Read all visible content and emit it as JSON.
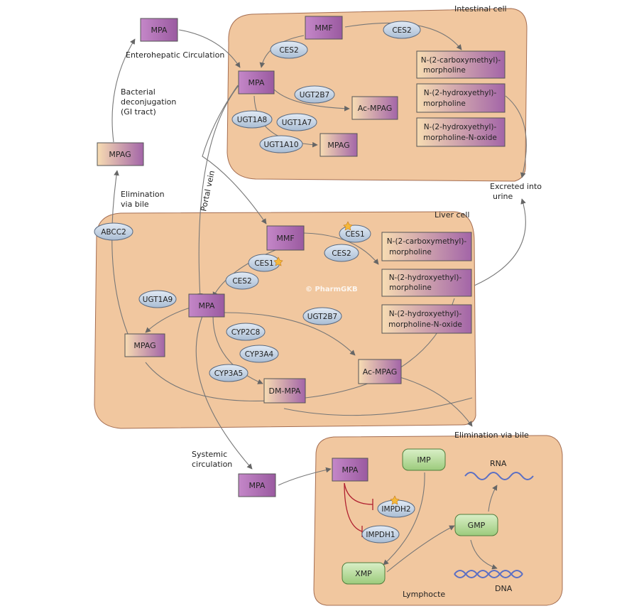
{
  "compartments": {
    "intestinal": "Intestinal cell",
    "liver": "Liver cell",
    "lymphocyte": "Lymphocte"
  },
  "labels": {
    "enterohepatic": "Enterohepatic Circulation",
    "bacterial_1": "Bacterial",
    "bacterial_2": "deconjugation",
    "bacterial_3": "(GI tract)",
    "elim_bile_1": "Elimination",
    "elim_bile_2": "via bile",
    "portal_vein": "Portal vein",
    "excreted_1": "Excreted into",
    "excreted_2": "urine",
    "elim_bile_right": "Elimination via bile",
    "systemic_1": "Systemic",
    "systemic_2": "circulation",
    "watermark": "© PharmGKB",
    "rna": "RNA",
    "dna": "DNA"
  },
  "molecules": {
    "mpa_top": "MPA",
    "mpag_left": "MPAG",
    "mmf_int": "MMF",
    "mpa_int": "MPA",
    "acmpag_int": "Ac-MPAG",
    "mpag_int": "MPAG",
    "carboxy_int_1": "N-(2-carboxymethyl)-",
    "carboxy_int_2": "morpholine",
    "hydroxy_int_1": "N-(2-hydroxyethyl)-",
    "hydroxy_int_2": "morpholine",
    "oxide_int_1": "N-(2-hydroxyethyl)-",
    "oxide_int_2": "morpholine-N-oxide",
    "mmf_liv": "MMF",
    "mpa_liv": "MPA",
    "mpag_liv": "MPAG",
    "dmmpa_liv": "DM-MPA",
    "acmpag_liv": "Ac-MPAG",
    "carboxy_liv_1": "N-(2-carboxymethyl)-",
    "carboxy_liv_2": "morpholine",
    "hydroxy_liv_1": "N-(2-hydroxyethyl)-",
    "hydroxy_liv_2": "morpholine",
    "oxide_liv_1": "N-(2-hydroxyethyl)-",
    "oxide_liv_2": "morpholine-N-oxide",
    "mpa_sys": "MPA",
    "mpa_lym": "MPA",
    "imp": "IMP",
    "xmp": "XMP",
    "gmp": "GMP"
  },
  "enzymes": {
    "ces2_int_top": "CES2",
    "ces2_int_left": "CES2",
    "ugt2b7_int": "UGT2B7",
    "ugt1a8_int": "UGT1A8",
    "ugt1a7_int": "UGT1A7",
    "ugt1a10_int": "UGT1A10",
    "abcc2": "ABCC2",
    "ces1_liv_top": "CES1",
    "ces2_liv_top": "CES2",
    "ces1_liv_left": "CES1",
    "ces2_liv_left": "CES2",
    "ugt1a9_liv": "UGT1A9",
    "ugt2b7_liv": "UGT2B7",
    "cyp2c8_liv": "CYP2C8",
    "cyp3a4_liv": "CYP3A4",
    "cyp3a5_liv": "CYP3A5",
    "impdh2": "IMPDH2",
    "impdh1": "IMPDH1"
  },
  "colors": {
    "cell_fill": "#f1c79f",
    "cell_stroke": "#a56e52",
    "purple": "#a365a8",
    "peach": "#f7dcb2",
    "green": "#b7dc9a",
    "enzyme": "#c9d8ea",
    "inhibit": "#b02030",
    "star": "#f5b83a"
  }
}
